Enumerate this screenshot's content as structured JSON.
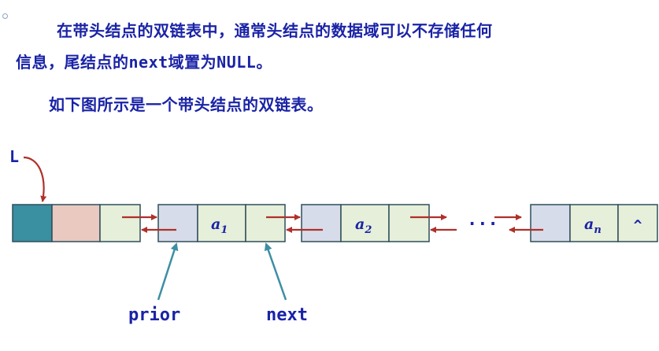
{
  "text": {
    "line1": "在带头结点的双链表中，通常头结点的数据域可以不存储任何",
    "line2_pre": "信息，尾结点的",
    "line2_code": "next",
    "line2_mid": "域置为",
    "line2_code2": "NULL",
    "line2_post": "。",
    "line3": "如下图所示是一个带头结点的双链表。"
  },
  "diagram": {
    "head_label": "L",
    "nodes": [
      {
        "sub": "1",
        "base": "a"
      },
      {
        "sub": "2",
        "base": "a"
      },
      {
        "sub": "n",
        "base": "a"
      }
    ],
    "ellipsis": "···",
    "null_symbol": "^",
    "prior_label": "prior",
    "next_label": "next"
  },
  "colors": {
    "text": "#1a23a6",
    "head_cell_teal": "#3a8fa0",
    "head_cell_pink": "#e9c9c0",
    "cell_green": "#e6efd9",
    "cell_blue": "#d7dcea",
    "arrow_red": "#b0302a",
    "arrow_teal": "#3d8ea3"
  }
}
